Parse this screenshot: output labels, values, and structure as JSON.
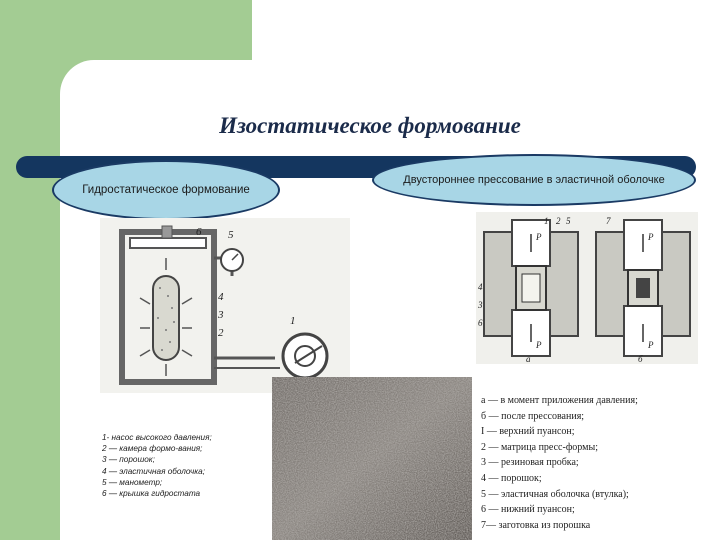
{
  "slide": {
    "title": "Изостатическое формование",
    "left_heading": "Гидростатическое формование",
    "right_heading": "Двустороннее прессование в эластичной оболочке"
  },
  "left_figure": {
    "labels": [
      "6",
      "5",
      "4",
      "3",
      "2",
      "1"
    ],
    "legend": [
      "1- насос высокого давления;",
      "2 — камера формо-вания;",
      " 3 — порошок;",
      "4 — эластичная оболочка;",
      "5 — манометр;",
      "6 — крышка гидростата"
    ]
  },
  "right_figure": {
    "labels": [
      "1",
      "2",
      "5",
      "7",
      "4",
      "3",
      "6",
      "P",
      "P",
      "P",
      "P",
      "a",
      "б"
    ],
    "legend": [
      " а — в момент приложения давления;",
      "б — после прессования;",
      "I — верхний пуансон;",
      "2 — матрица пресс-формы;",
      "3 — резиновая пробка;",
      "4 — порошок;",
      "5 — эластичная оболочка (втулка);",
      "6 — нижний пуансон;",
      "7— заготовка из порошка"
    ]
  },
  "colors": {
    "green_block": "#a3cc93",
    "bar": "#14365f",
    "oval_fill": "#a8d6e6",
    "title": "#1b2b4a"
  }
}
